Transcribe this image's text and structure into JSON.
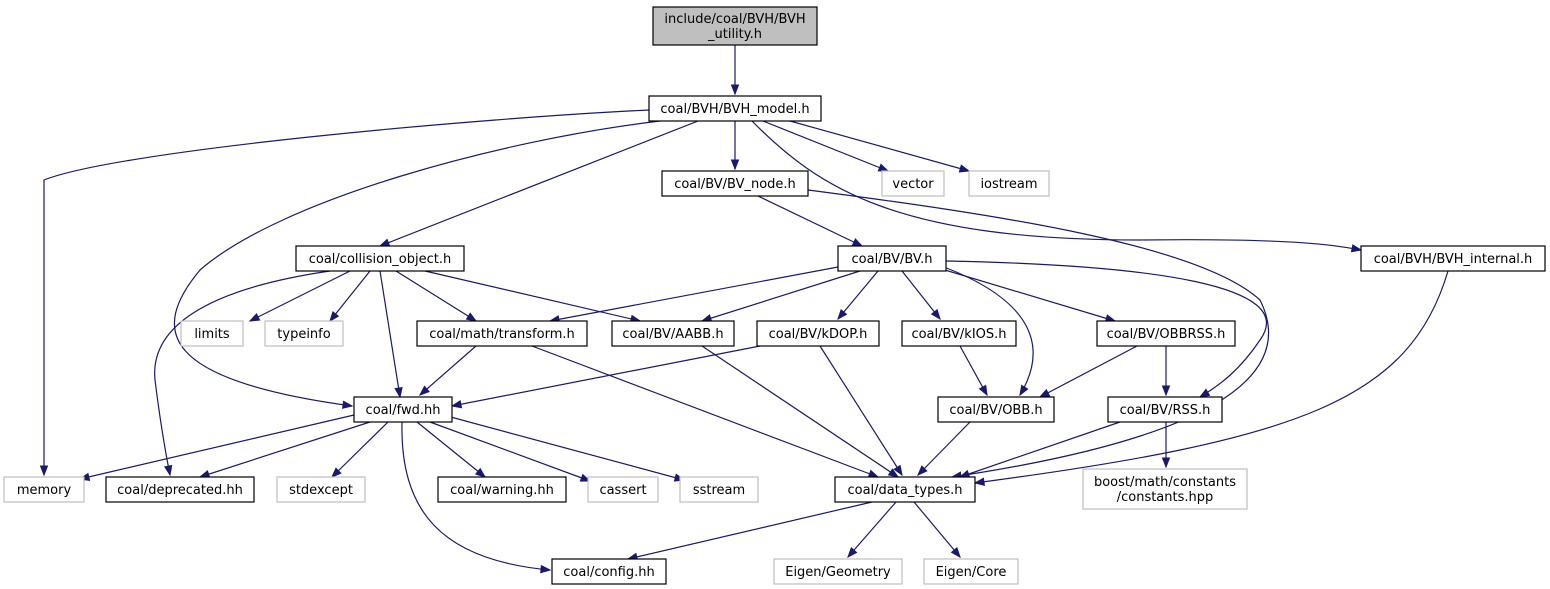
{
  "graph": {
    "nodes": [
      {
        "id": "root",
        "lines": [
          "include/coal/BVH/BVH",
          "_utility.h"
        ],
        "kind": "root"
      },
      {
        "id": "bvh_model",
        "lines": [
          "coal/BVH/BVH_model.h"
        ],
        "kind": "local"
      },
      {
        "id": "bv_node",
        "lines": [
          "coal/BV/BV_node.h"
        ],
        "kind": "local"
      },
      {
        "id": "vector",
        "lines": [
          "vector"
        ],
        "kind": "external"
      },
      {
        "id": "iostream",
        "lines": [
          "iostream"
        ],
        "kind": "external"
      },
      {
        "id": "collision_object",
        "lines": [
          "coal/collision_object.h"
        ],
        "kind": "local"
      },
      {
        "id": "bv",
        "lines": [
          "coal/BV/BV.h"
        ],
        "kind": "local"
      },
      {
        "id": "bvh_internal",
        "lines": [
          "coal/BVH/BVH_internal.h"
        ],
        "kind": "local"
      },
      {
        "id": "limits",
        "lines": [
          "limits"
        ],
        "kind": "external"
      },
      {
        "id": "typeinfo",
        "lines": [
          "typeinfo"
        ],
        "kind": "external"
      },
      {
        "id": "transform",
        "lines": [
          "coal/math/transform.h"
        ],
        "kind": "local"
      },
      {
        "id": "aabb",
        "lines": [
          "coal/BV/AABB.h"
        ],
        "kind": "local"
      },
      {
        "id": "kdop",
        "lines": [
          "coal/BV/kDOP.h"
        ],
        "kind": "local"
      },
      {
        "id": "kios",
        "lines": [
          "coal/BV/kIOS.h"
        ],
        "kind": "local"
      },
      {
        "id": "obbrss",
        "lines": [
          "coal/BV/OBBRSS.h"
        ],
        "kind": "local"
      },
      {
        "id": "fwd",
        "lines": [
          "coal/fwd.hh"
        ],
        "kind": "local"
      },
      {
        "id": "obb",
        "lines": [
          "coal/BV/OBB.h"
        ],
        "kind": "local"
      },
      {
        "id": "rss",
        "lines": [
          "coal/BV/RSS.h"
        ],
        "kind": "local"
      },
      {
        "id": "memory",
        "lines": [
          "memory"
        ],
        "kind": "external"
      },
      {
        "id": "deprecated",
        "lines": [
          "coal/deprecated.hh"
        ],
        "kind": "local"
      },
      {
        "id": "stdexcept",
        "lines": [
          "stdexcept"
        ],
        "kind": "external"
      },
      {
        "id": "warning",
        "lines": [
          "coal/warning.hh"
        ],
        "kind": "local"
      },
      {
        "id": "cassert",
        "lines": [
          "cassert"
        ],
        "kind": "external"
      },
      {
        "id": "sstream",
        "lines": [
          "sstream"
        ],
        "kind": "external"
      },
      {
        "id": "data_types",
        "lines": [
          "coal/data_types.h"
        ],
        "kind": "local"
      },
      {
        "id": "boost_constants",
        "lines": [
          "boost/math/constants",
          "/constants.hpp"
        ],
        "kind": "external"
      },
      {
        "id": "config",
        "lines": [
          "coal/config.hh"
        ],
        "kind": "local"
      },
      {
        "id": "eigen_geometry",
        "lines": [
          "Eigen/Geometry"
        ],
        "kind": "external"
      },
      {
        "id": "eigen_core",
        "lines": [
          "Eigen/Core"
        ],
        "kind": "external"
      }
    ],
    "edges": [
      {
        "from": "root",
        "to": "bvh_model"
      },
      {
        "from": "bvh_model",
        "to": "memory"
      },
      {
        "from": "bvh_model",
        "to": "fwd"
      },
      {
        "from": "bvh_model",
        "to": "collision_object"
      },
      {
        "from": "bvh_model",
        "to": "bv_node"
      },
      {
        "from": "bvh_model",
        "to": "vector"
      },
      {
        "from": "bvh_model",
        "to": "iostream"
      },
      {
        "from": "bvh_model",
        "to": "bvh_internal"
      },
      {
        "from": "bv_node",
        "to": "bv"
      },
      {
        "from": "bv_node",
        "to": "data_types"
      },
      {
        "from": "collision_object",
        "to": "deprecated"
      },
      {
        "from": "collision_object",
        "to": "limits"
      },
      {
        "from": "collision_object",
        "to": "typeinfo"
      },
      {
        "from": "collision_object",
        "to": "transform"
      },
      {
        "from": "collision_object",
        "to": "aabb"
      },
      {
        "from": "collision_object",
        "to": "fwd"
      },
      {
        "from": "bv",
        "to": "transform"
      },
      {
        "from": "bv",
        "to": "aabb"
      },
      {
        "from": "bv",
        "to": "kdop"
      },
      {
        "from": "bv",
        "to": "kios"
      },
      {
        "from": "bv",
        "to": "obbrss"
      },
      {
        "from": "bv",
        "to": "obb"
      },
      {
        "from": "bv",
        "to": "rss"
      },
      {
        "from": "bvh_internal",
        "to": "data_types"
      },
      {
        "from": "transform",
        "to": "fwd"
      },
      {
        "from": "transform",
        "to": "data_types"
      },
      {
        "from": "aabb",
        "to": "data_types"
      },
      {
        "from": "kdop",
        "to": "fwd"
      },
      {
        "from": "kdop",
        "to": "data_types"
      },
      {
        "from": "kios",
        "to": "obb"
      },
      {
        "from": "obbrss",
        "to": "obb"
      },
      {
        "from": "obbrss",
        "to": "rss"
      },
      {
        "from": "obb",
        "to": "data_types"
      },
      {
        "from": "rss",
        "to": "data_types"
      },
      {
        "from": "rss",
        "to": "boost_constants"
      },
      {
        "from": "fwd",
        "to": "memory"
      },
      {
        "from": "fwd",
        "to": "deprecated"
      },
      {
        "from": "fwd",
        "to": "stdexcept"
      },
      {
        "from": "fwd",
        "to": "warning"
      },
      {
        "from": "fwd",
        "to": "cassert"
      },
      {
        "from": "fwd",
        "to": "sstream"
      },
      {
        "from": "fwd",
        "to": "config"
      },
      {
        "from": "data_types",
        "to": "config"
      },
      {
        "from": "data_types",
        "to": "eigen_geometry"
      },
      {
        "from": "data_types",
        "to": "eigen_core"
      }
    ]
  },
  "colors": {
    "edge": "#191970",
    "root_fill": "#bfbfbf",
    "local_border": "#000000",
    "external_border": "#bfbfbf"
  }
}
